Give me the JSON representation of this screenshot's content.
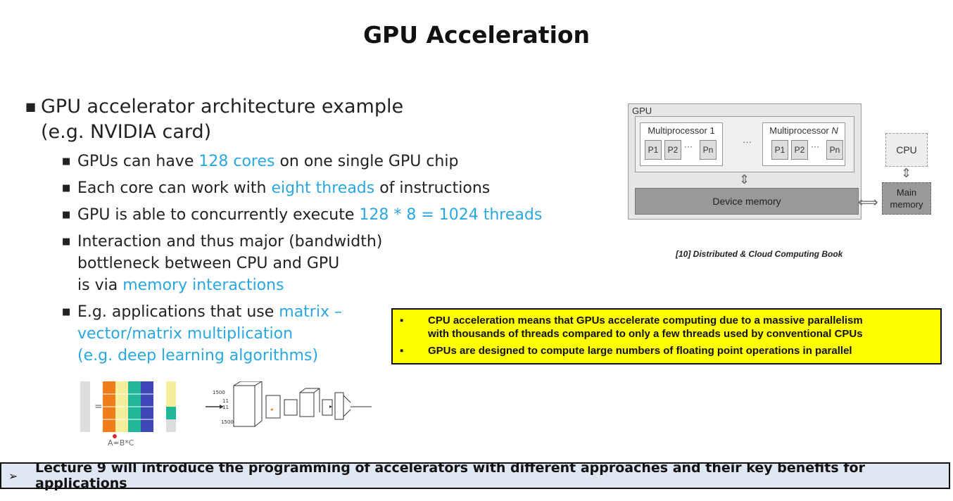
{
  "slide": {
    "title": "GPU Acceleration"
  },
  "main_bullet": {
    "line1": "GPU accelerator architecture example",
    "line2": "(e.g. NVIDIA card)"
  },
  "sub_bullets": {
    "b1": {
      "pre": "GPUs can have ",
      "hl": "128 cores",
      "post": " on one single GPU chip"
    },
    "b2": {
      "pre": "Each core can work with ",
      "hl": "eight threads",
      "post": " of instructions"
    },
    "b3": {
      "pre": "GPU is able to concurrently execute ",
      "hl": "128 * 8 = 1024 threads"
    },
    "b4": {
      "line1": "Interaction and thus major (bandwidth)",
      "line2": "bottleneck between CPU and GPU",
      "line3_pre": "is via ",
      "line3_hl": "memory interactions"
    },
    "b5": {
      "pre": "E.g. applications that use ",
      "hl1": "matrix –",
      "hl2": "vector/matrix multiplication",
      "hl3": "(e.g. deep learning algorithms)"
    }
  },
  "diagram": {
    "gpu_label": "GPU",
    "mp1_title": "Multiprocessor 1",
    "mpn_title_pre": "Multiprocessor ",
    "mpn_title_var": "N",
    "p1": "P1",
    "p2": "P2",
    "pn": "Pn",
    "dots": "···",
    "device_memory": "Device memory",
    "cpu": "CPU",
    "main_memory_1": "Main",
    "main_memory_2": "memory"
  },
  "citation": "[10] Distributed & Cloud Computing Book",
  "highlight_box": {
    "items": [
      {
        "line1": "CPU acceleration means that GPUs accelerate computing due to a massive parallelism",
        "line2": "with thousands of threads compared to only a few threads used by conventional CPUs"
      },
      {
        "line1": "GPUs are designed to compute large numbers of floating point operations in parallel"
      }
    ]
  },
  "images": {
    "matrix_caption": "A=B*C",
    "nn_label_top": "1500",
    "nn_label_bottom": "1500",
    "nn_label_11a": "11",
    "nn_label_11b": "11",
    "eq_sign": "="
  },
  "footer": {
    "text": "Lecture 9 will introduce the programming of accelerators with different approaches and their key benefits for applications"
  },
  "colors": {
    "highlight": "#2aa7e0",
    "note_bg": "#ffff00",
    "footer_bg": "#dfe7f2"
  }
}
